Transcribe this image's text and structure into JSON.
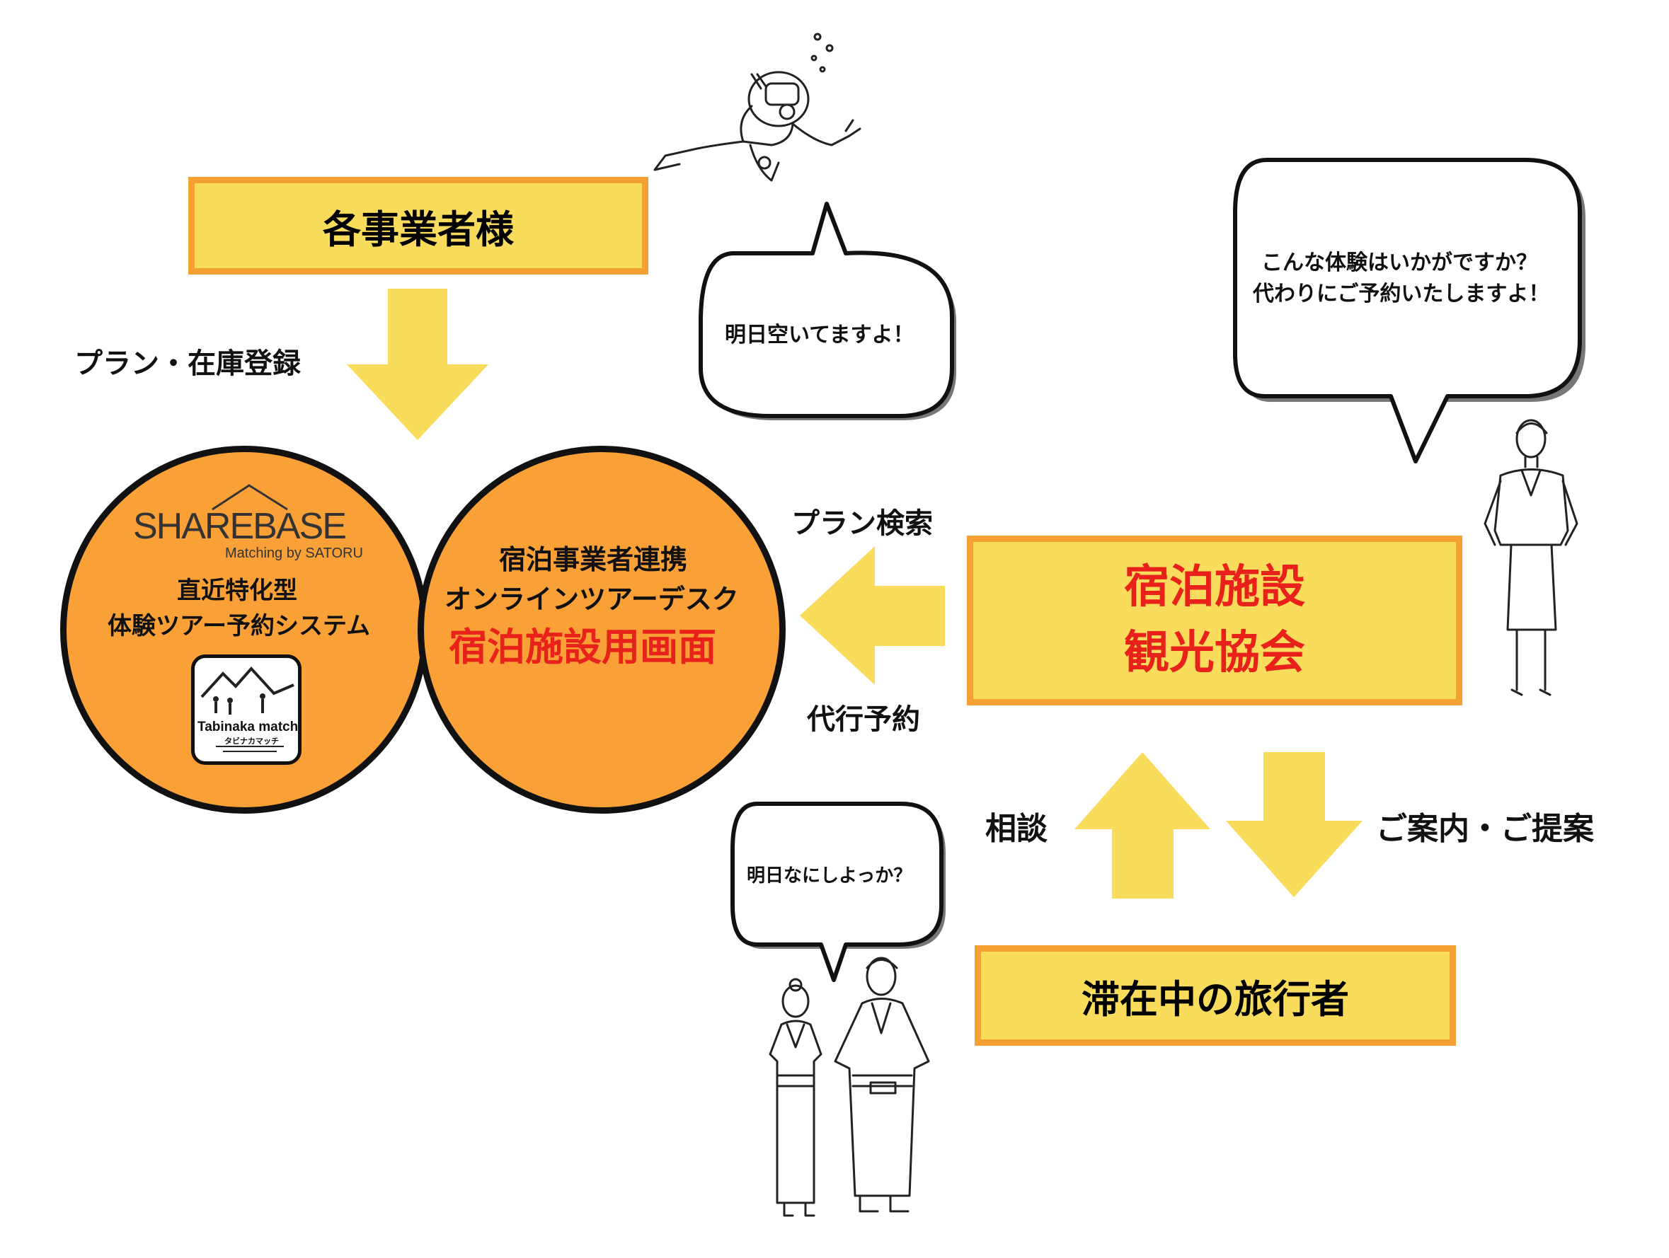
{
  "operators_box": {
    "label": "各事業者様"
  },
  "register_label": "プラン・在庫登録",
  "sharebase": {
    "logo_main": "SHAREBASE",
    "logo_sub": "Matching by SATORU",
    "line1": "直近特化型",
    "line2": "体験ツアー予約システム",
    "badge_main": "Tabinaka match",
    "badge_sub": "タビナカマッチ"
  },
  "desk_circle": {
    "line1": "宿泊事業者連携",
    "line2": "オンラインツアーデスク",
    "line3": "宿泊施設用画面"
  },
  "search_label": "プラン検索",
  "proxy_label": "代行予約",
  "facility_box": {
    "line1": "宿泊施設",
    "line2": "観光協会"
  },
  "consult_label": "相談",
  "guide_label": "ご案内・ご提案",
  "traveler_box": {
    "label": "滞在中の旅行者"
  },
  "bubbles": {
    "diver": "明日空いてますよ！",
    "staff_line1": "こんな体験はいかがですか？",
    "staff_line2": "代わりにご予約いたしますよ！",
    "travelers": "明日なにしよっか？"
  },
  "colors": {
    "yellow_fill": "#f9dc5c",
    "orange_border": "#f5a033",
    "circle_fill": "#f9a037",
    "red_text": "#e8221b"
  }
}
